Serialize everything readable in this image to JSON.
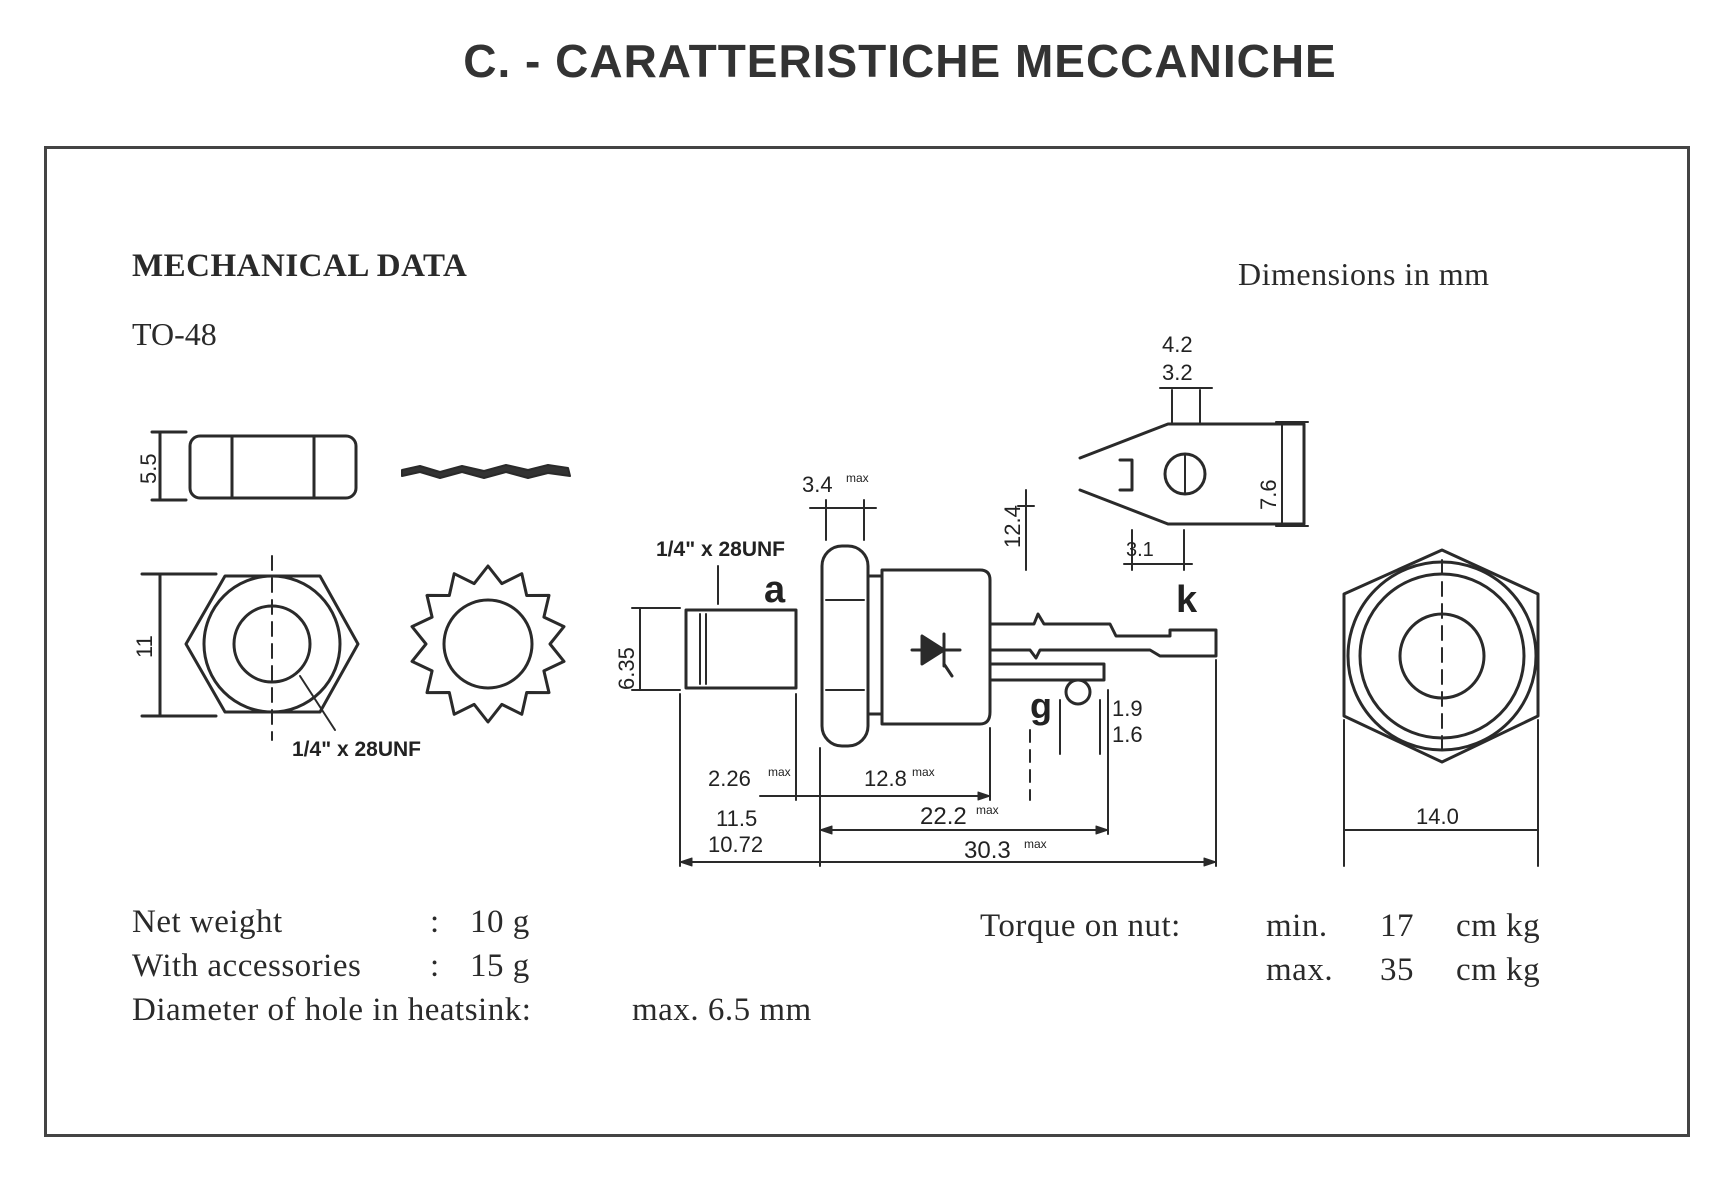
{
  "page": {
    "title": "C. - CARATTERISTICHE MECCANICHE"
  },
  "header": {
    "section_title": "MECHANICAL DATA",
    "package": "TO-48",
    "units_note": "Dimensions in mm"
  },
  "drawing": {
    "accessories": {
      "nut_height": "5.5",
      "nut_width": "11",
      "thread_label": "1/4\" x 28UNF"
    },
    "side_view": {
      "thread_label": "1/4\" x 28UNF",
      "anode_label": "a",
      "cathode_label": "k",
      "gate_label": "g",
      "stud_diameter": "6.35",
      "hex_thickness": "3.4",
      "terminal_height": "12.4",
      "dim_226": "2.26",
      "dim_128": "12.8",
      "dim_222": "22.2",
      "dim_303": "30.3",
      "dim_115": "11.5",
      "dim_1072": "10.72",
      "dim_19": "1.9",
      "dim_16": "1.6",
      "max_superscript": "max"
    },
    "terminal_view": {
      "dim_42": "4.2",
      "dim_32": "3.2",
      "dim_76": "7.6",
      "dim_31": "3.1"
    },
    "top_view": {
      "across_flats": "14.0"
    }
  },
  "specs": {
    "net_weight_label": "Net weight",
    "net_weight_sep": ":",
    "net_weight_value": "10 g",
    "accessories_label": "With accessories",
    "accessories_sep": ":",
    "accessories_value": "15 g",
    "hole_label": "Diameter of hole in heatsink:",
    "hole_value": "max. 6.5 mm",
    "torque_label": "Torque on nut:",
    "torque_min_label": "min.",
    "torque_min_value": "17",
    "torque_min_unit": "cm kg",
    "torque_max_label": "max.",
    "torque_max_value": "35",
    "torque_max_unit": "cm kg"
  }
}
